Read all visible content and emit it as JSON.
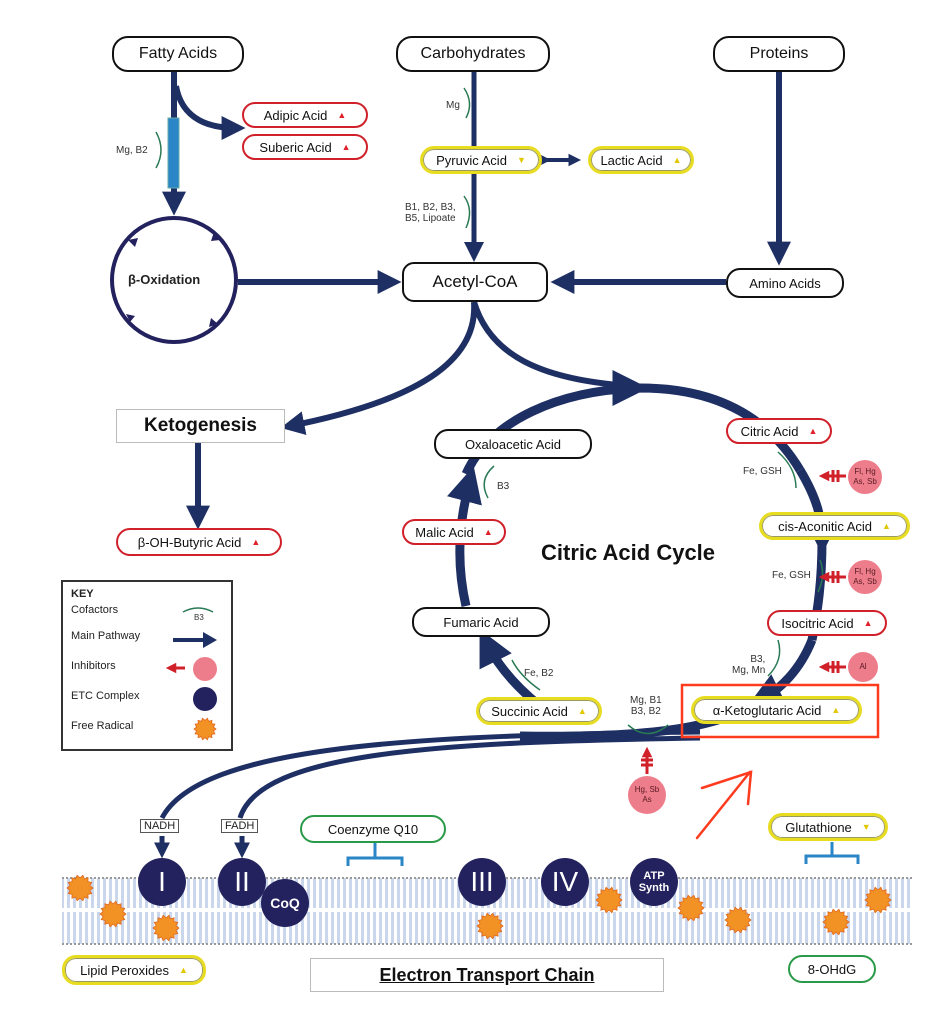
{
  "title": "Citric Acid Cycle",
  "sources": {
    "fatty_acids": "Fatty Acids",
    "carbohydrates": "Carbohydrates",
    "proteins": "Proteins"
  },
  "nodes": {
    "adipic_acid": {
      "label": "Adipic Acid",
      "marker": "▲",
      "status": "elevated-marker-red"
    },
    "suberic_acid": {
      "label": "Suberic Acid",
      "marker": "▲",
      "status": "elevated-marker-red"
    },
    "pyruvic_acid": {
      "label": "Pyruvic Acid",
      "marker": "▼",
      "status": "yellow"
    },
    "lactic_acid": {
      "label": "Lactic Acid",
      "marker": "▲",
      "status": "yellow"
    },
    "beta_oxidation": "β-Oxidation",
    "acetyl_coa": "Acetyl-CoA",
    "amino_acids": "Amino Acids",
    "ketogenesis": "Ketogenesis",
    "beta_oh_butyric": {
      "label": "β-OH-Butyric Acid",
      "marker": "▲"
    },
    "oxaloacetic_acid": "Oxaloacetic Acid",
    "citric_acid": {
      "label": "Citric Acid",
      "marker": "▲"
    },
    "cis_aconitic_acid": {
      "label": "cis-Aconitic Acid",
      "marker": "▲"
    },
    "isocitric_acid": {
      "label": "Isocitric Acid",
      "marker": "▲"
    },
    "alpha_ketoglutaric_acid": {
      "label": "α-Ketoglutaric Acid",
      "marker": "▲",
      "highlighted": true
    },
    "succinic_acid": {
      "label": "Succinic Acid",
      "marker": "▲"
    },
    "fumaric_acid": "Fumaric Acid",
    "malic_acid": {
      "label": "Malic Acid",
      "marker": "▲"
    }
  },
  "cofactors": {
    "fatty_acid_step": "Mg, B2",
    "glycolysis": "Mg",
    "pdh": [
      "B1, B2, B3,",
      "B5, Lipoate"
    ],
    "oxaloacetate": "B3",
    "citrate_to_cis": "Fe, GSH",
    "cis_to_isocitrate": "Fe, GSH",
    "isocitrate_to_akg": [
      "B3,",
      "Mg, Mn"
    ],
    "akg_to_succinate": [
      "Mg, B1",
      "B3, B2"
    ],
    "succinate_to_fumarate": "Fe, B2"
  },
  "inhibitors": {
    "citrate_step": [
      "Fl, Hg",
      "As, Sb"
    ],
    "cis_step": [
      "Fl, Hg",
      "As, Sb"
    ],
    "isocitrate_step": [
      "Al"
    ],
    "akg_step": [
      "Hg, Sb",
      "As"
    ]
  },
  "key": {
    "title": "KEY",
    "items": [
      {
        "label": "Cofactors",
        "sample": "B3"
      },
      {
        "label": "Main Pathway"
      },
      {
        "label": "Inhibitors"
      },
      {
        "label": "ETC Complex"
      },
      {
        "label": "Free Radical"
      }
    ]
  },
  "etc": {
    "title": "Electron Transport Chain",
    "nadh": "NADH",
    "fadh": "FADH",
    "complexes": [
      "I",
      "II",
      "III",
      "IV"
    ],
    "coq": "CoQ",
    "atp_synth": [
      "ATP",
      "Synth"
    ],
    "coenzyme_q10": "Coenzyme Q10",
    "glutathione": {
      "label": "Glutathione",
      "marker": "▼"
    },
    "lipid_peroxides": {
      "label": "Lipid Peroxides",
      "marker": "▲"
    },
    "ohdg": "8-OHdG"
  },
  "colors": {
    "pathway": "#1e2f63",
    "red_marker": "#d0202a",
    "yellow_marker": "#e8dc20",
    "green_marker": "#2a9a48",
    "inhibitor": "#ee7d8b",
    "etc_complex": "#23225e",
    "free_radical": "#f39224",
    "annotation": "#ff3b1f"
  }
}
